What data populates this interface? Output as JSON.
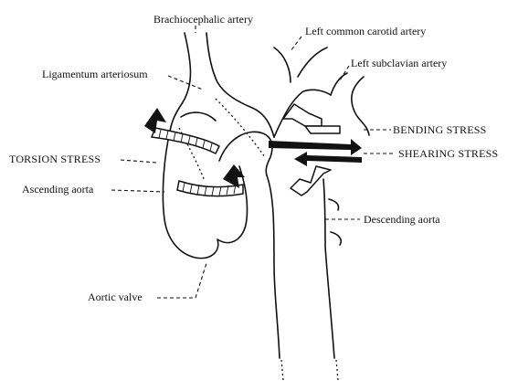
{
  "labels": {
    "brachiocephalic_artery": "Brachiocephalic artery",
    "left_common_carotid_artery": "Left common carotid artery",
    "left_subclavian_artery": "Left subclavian artery",
    "ligamentum_arteriosum": "Ligamentum arteriosum",
    "bending_stress": "BENDING STRESS",
    "shearing_stress": "SHEARING STRESS",
    "torsion_stress": "TORSION STRESS",
    "ascending_aorta": "Ascending aorta",
    "descending_aorta": "Descending aorta",
    "aortic_valve": "Aortic valve"
  },
  "colors": {
    "ink": "#111111",
    "background": "#ffffff"
  }
}
